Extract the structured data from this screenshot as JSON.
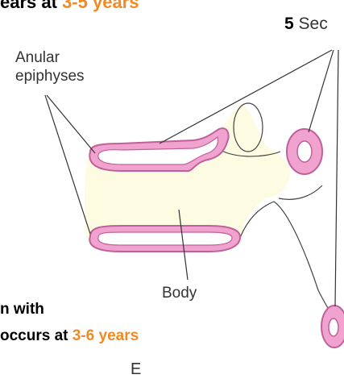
{
  "top_caption": {
    "text": "ears at ",
    "highlight": "3-5 years"
  },
  "label_sec": {
    "num": "5",
    "text": "Sec"
  },
  "label_anular": [
    "Anular",
    "epiphyses"
  ],
  "label_body": "Body",
  "left_caption": {
    "line1": "n with",
    "line2_text": "occurs  at ",
    "line2_highlight": "3-6 years"
  },
  "figure_letter": "E",
  "bottom_fragment": "",
  "colors": {
    "accent": "#f08a24",
    "pink_stroke": "#c0609a",
    "pink_fill": "#f0a3cf",
    "cream": "#fdfbe2",
    "line": "#333333"
  }
}
